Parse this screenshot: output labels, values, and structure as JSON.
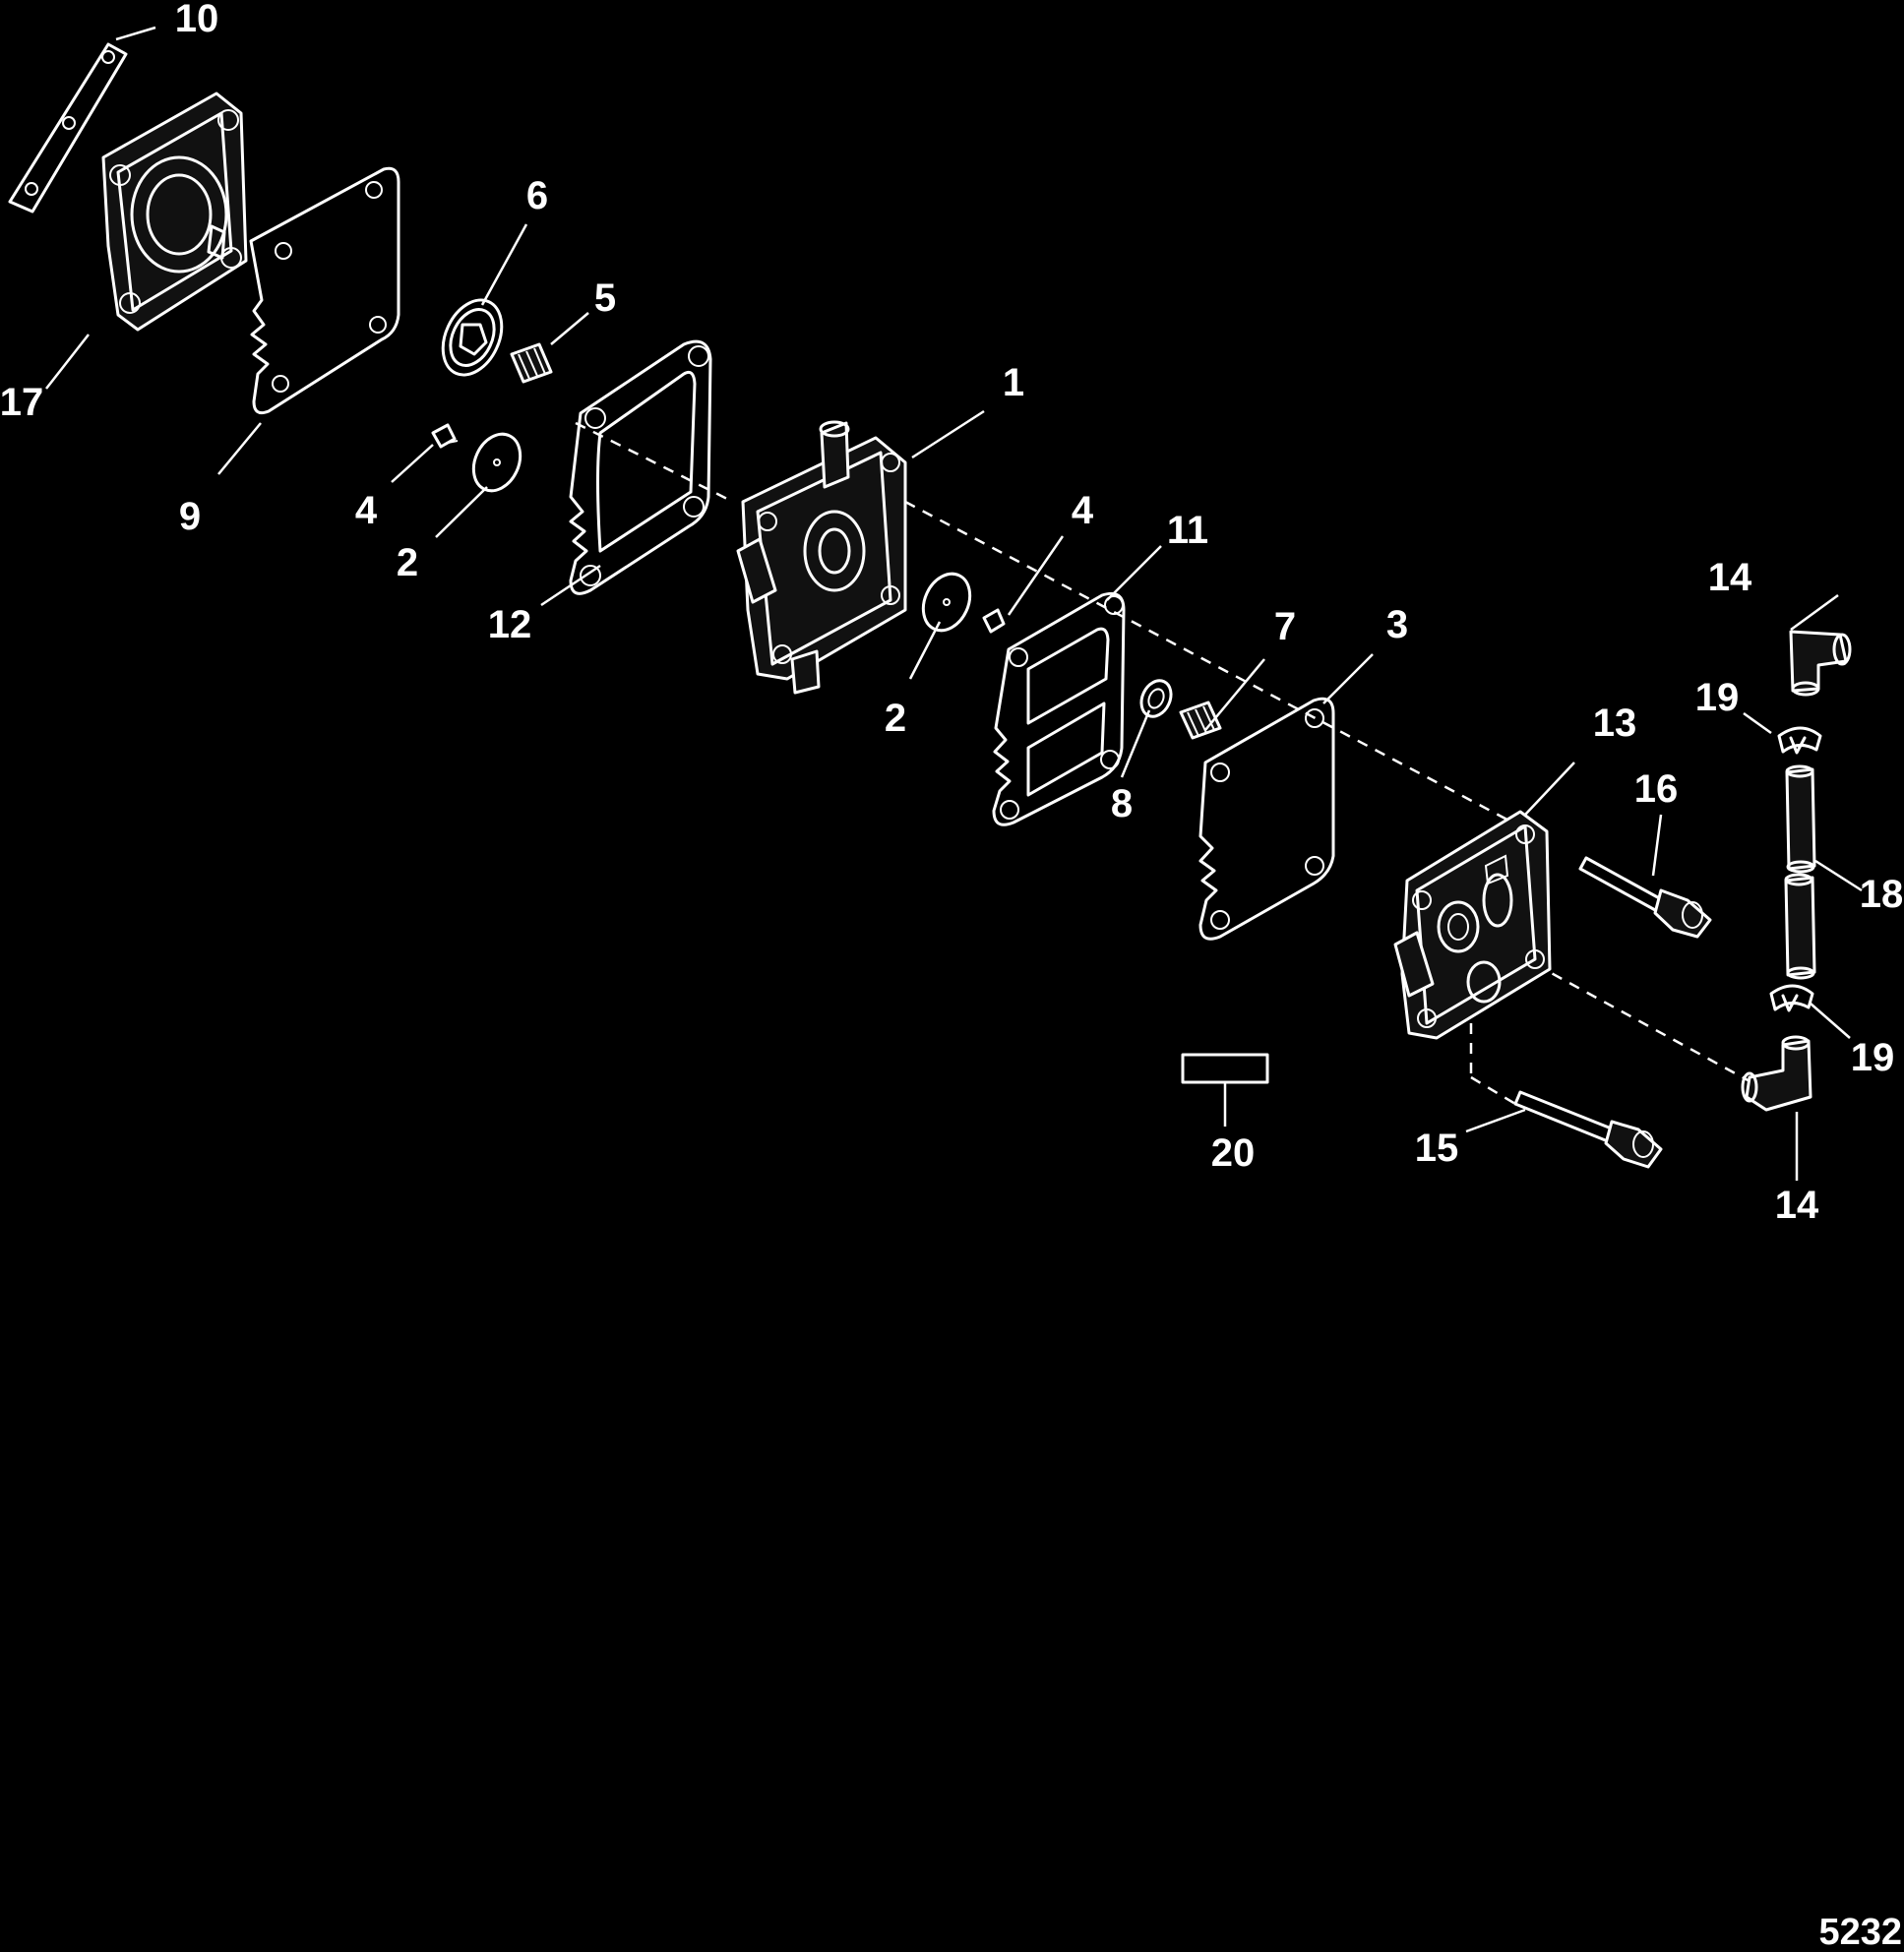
{
  "diagram": {
    "figure_id": "5232",
    "callouts": [
      {
        "key": "c10",
        "label": "10"
      },
      {
        "key": "c17",
        "label": "17"
      },
      {
        "key": "c9",
        "label": "9"
      },
      {
        "key": "c6",
        "label": "6"
      },
      {
        "key": "c5",
        "label": "5"
      },
      {
        "key": "c4a",
        "label": "4"
      },
      {
        "key": "c2a",
        "label": "2"
      },
      {
        "key": "c12",
        "label": "12"
      },
      {
        "key": "c1",
        "label": "1"
      },
      {
        "key": "c4b",
        "label": "4"
      },
      {
        "key": "c11",
        "label": "11"
      },
      {
        "key": "c2b",
        "label": "2"
      },
      {
        "key": "c8",
        "label": "8"
      },
      {
        "key": "c7",
        "label": "7"
      },
      {
        "key": "c3",
        "label": "3"
      },
      {
        "key": "c13",
        "label": "13"
      },
      {
        "key": "c16",
        "label": "16"
      },
      {
        "key": "c14a",
        "label": "14"
      },
      {
        "key": "c19a",
        "label": "19"
      },
      {
        "key": "c18",
        "label": "18"
      },
      {
        "key": "c19b",
        "label": "19"
      },
      {
        "key": "c14b",
        "label": "14"
      },
      {
        "key": "c15",
        "label": "15"
      },
      {
        "key": "c20",
        "label": "20"
      }
    ]
  }
}
